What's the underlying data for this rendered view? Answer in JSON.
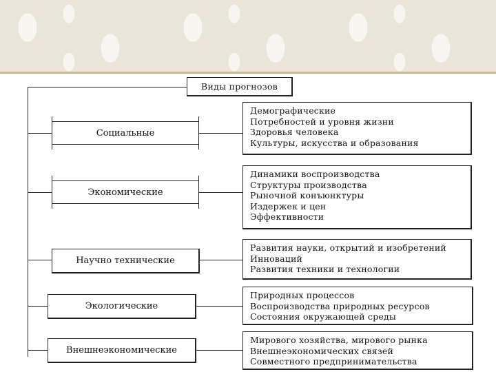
{
  "title": "Виды прогнозов",
  "categories": [
    {
      "label": "Социальные",
      "items": [
        "Демографические",
        "Потребностей и уровня жизни",
        "Здоровья человека",
        "Культуры, искусства и образования"
      ]
    },
    {
      "label": "Экономические",
      "items": [
        "Динамики воспроизводства",
        "Структуры производства",
        "Рыночной конъюнктуры",
        "Издержек и цен",
        "Эффективности"
      ]
    },
    {
      "label": "Научно технические",
      "items": [
        "Развития науки, открытий и изобретений",
        "Инноваций",
        "Развития техники и технологии"
      ]
    },
    {
      "label": "Экологические",
      "items": [
        "Природных процессов",
        "Воспроизводства природных ресурсов",
        "Состояния окружающей среды"
      ]
    },
    {
      "label": "Внешнеэкономические",
      "items": [
        "Мирового хозяйства, мирового рынка",
        "Внешнеэкономических связей",
        "Совместного предпринимательства"
      ]
    }
  ]
}
